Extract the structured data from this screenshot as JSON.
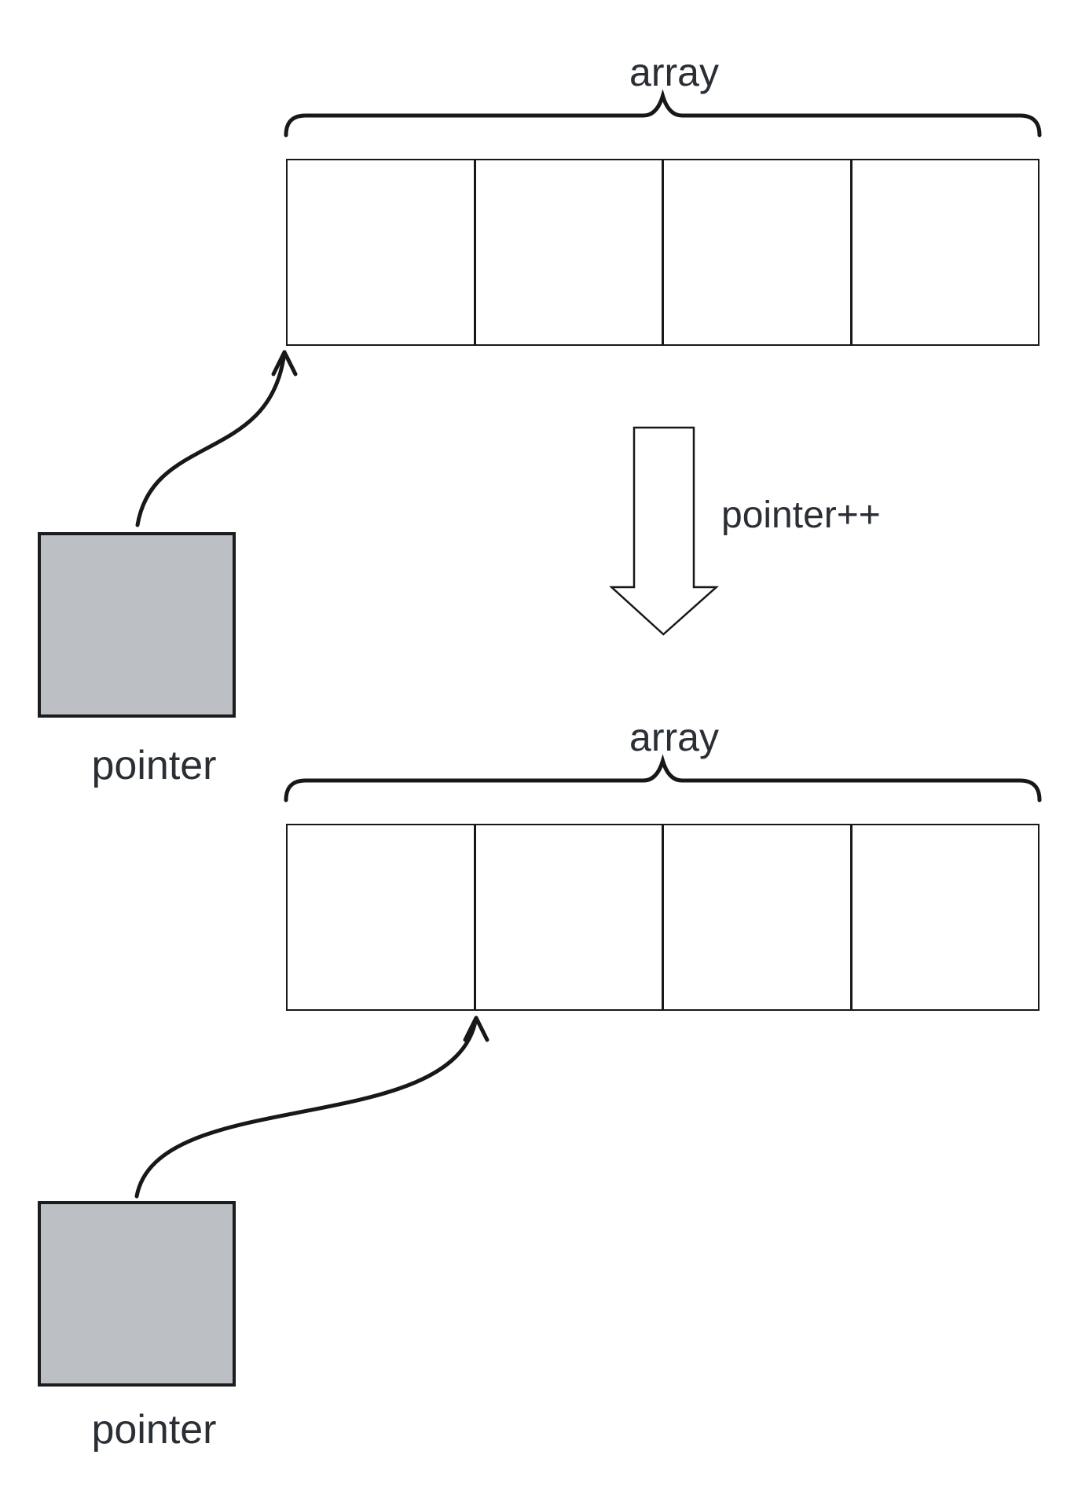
{
  "sections": {
    "before": {
      "array_label": "array",
      "pointer_label": "pointer",
      "array_cell_count": 4,
      "pointer_target_cell_index": 0
    },
    "transition": {
      "operation_label": "pointer++"
    },
    "after": {
      "array_label": "array",
      "pointer_label": "pointer",
      "array_cell_count": 4,
      "pointer_target_cell_index": 1
    }
  },
  "colors": {
    "background": "#ffffff",
    "pointer_box_fill": "#bcbfc3",
    "line": "#17181a",
    "text": "#2a2e35"
  }
}
